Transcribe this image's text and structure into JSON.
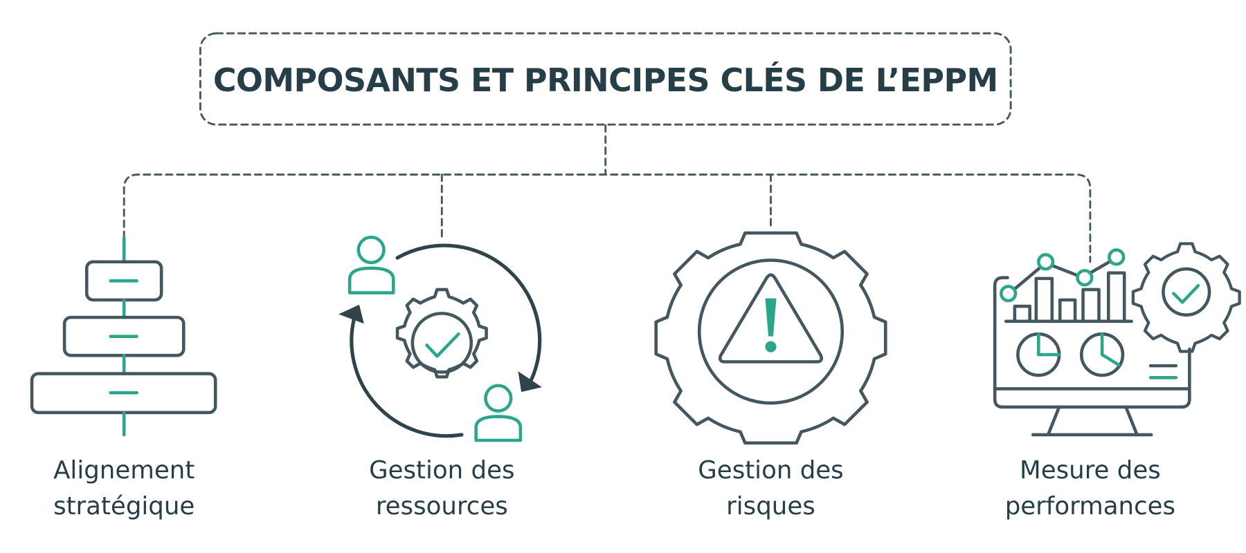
{
  "title": "COMPOSANTS ET PRINCIPES CLÉS DE L’EPPM",
  "colors": {
    "dark": "#263e48",
    "stroke": "#44575f",
    "accent": "#2ba68a",
    "background": "#ffffff"
  },
  "components": [
    {
      "icon": "stacked-blocks-alignment-icon",
      "label_line1": "Alignement",
      "label_line2": "stratégique"
    },
    {
      "icon": "people-cycle-gear-check-icon",
      "label_line1": "Gestion des",
      "label_line2": "ressources"
    },
    {
      "icon": "gear-warning-icon",
      "label_line1": "Gestion des",
      "label_line2": "risques"
    },
    {
      "icon": "monitor-chart-gear-check-icon",
      "label_line1": "Mesure des",
      "label_line2": "performances"
    }
  ]
}
